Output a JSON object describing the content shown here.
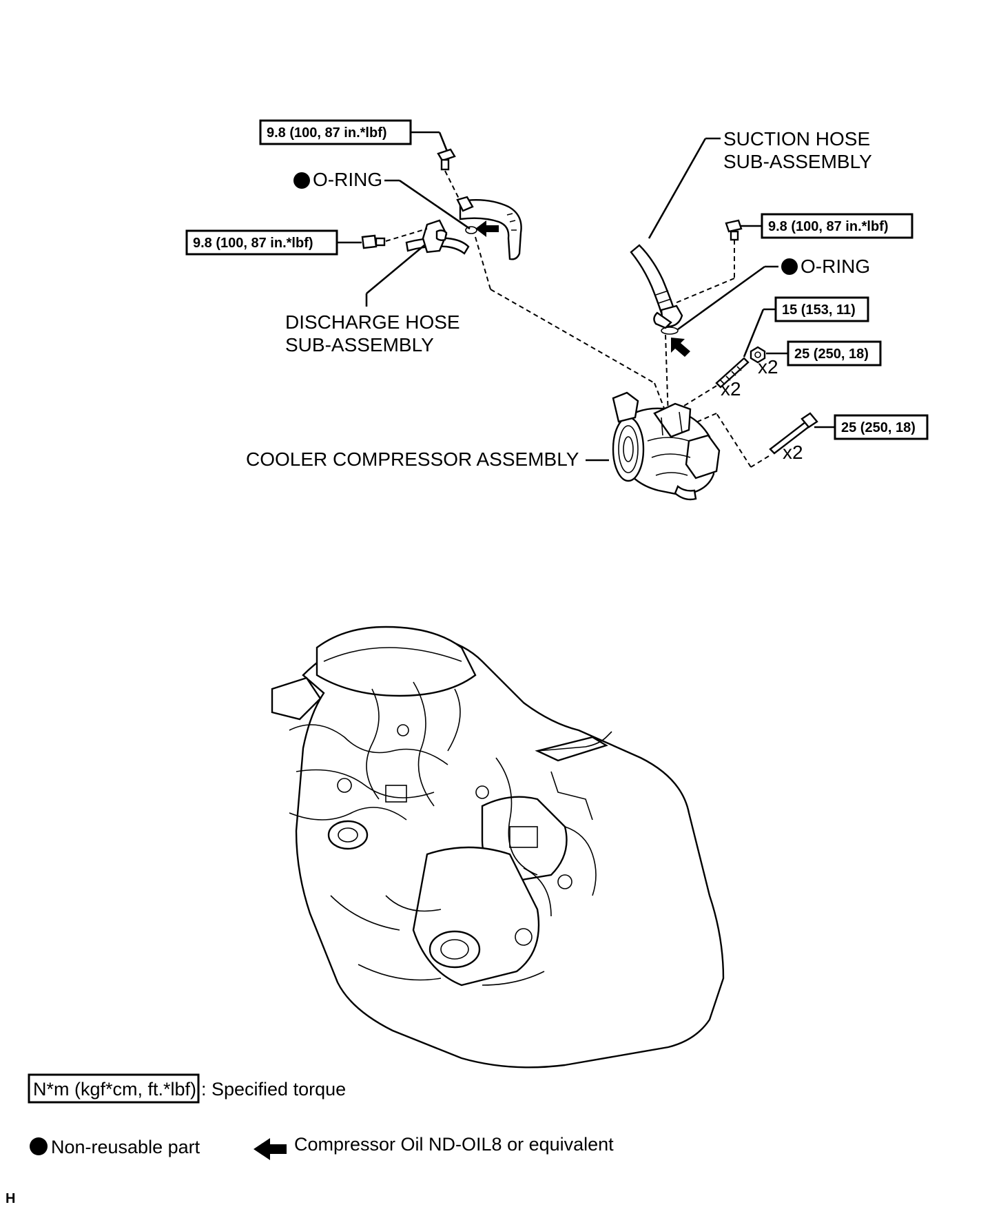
{
  "labels": {
    "suction_hose_1": "SUCTION HOSE",
    "suction_hose_2": "SUB-ASSEMBLY",
    "discharge_hose_1": "DISCHARGE HOSE",
    "discharge_hose_2": "SUB-ASSEMBLY",
    "compressor": "COOLER COMPRESSOR ASSEMBLY",
    "oring_left": "O-RING",
    "oring_right": "O-RING"
  },
  "torque": {
    "discharge_top": "9.8 (100, 87 in.*lbf)",
    "discharge_left": "9.8 (100, 87 in.*lbf)",
    "suction": "9.8 (100, 87 in.*lbf)",
    "stud": "15 (153, 11)",
    "nut": "25 (250, 18)",
    "bolt": "25 (250, 18)"
  },
  "qty": {
    "stud": "x2",
    "nut": "x2",
    "bolt": "x2"
  },
  "legend": {
    "torque_box": "N*m (kgf*cm, ft.*lbf)",
    "torque_desc": ": Specified torque",
    "nonreusable": "Non-reusable part",
    "oil": "Compressor Oil ND-OIL8 or equivalent"
  },
  "corner_mark": "H"
}
